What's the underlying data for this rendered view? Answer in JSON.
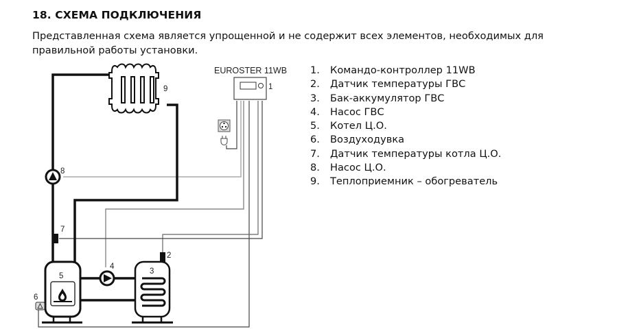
{
  "section": {
    "title": "18. СХЕМА ПОДКЛЮЧЕНИЯ",
    "intro": "Представленная схема является упрощенной и не содержит всех элементов, необходимых для правильной работы установки."
  },
  "diagram": {
    "controller_label": "EUROSTER 11WB",
    "callouts": {
      "controller": "1",
      "dhw_sensor": "2",
      "dhw_tank": "3",
      "dhw_pump": "4",
      "boiler": "5",
      "blower": "6",
      "boiler_sensor": "7",
      "ch_pump": "8",
      "radiator": "9"
    },
    "colors": {
      "pipe": "#111111",
      "wire_dark": "#555555",
      "wire_light": "#aaaaaa"
    }
  },
  "legend": {
    "items": [
      {
        "num": "1.",
        "text": "Командо-контроллер 11WB"
      },
      {
        "num": "2.",
        "text": "Датчик температуры ГВС"
      },
      {
        "num": "3.",
        "text": "Бак-аккумулятор ГВС"
      },
      {
        "num": "4.",
        "text": "Насос ГВС"
      },
      {
        "num": "5.",
        "text": "Котел Ц.О."
      },
      {
        "num": "6.",
        "text": "Воздуходувка"
      },
      {
        "num": "7.",
        "text": "Датчик температуры котла Ц.О."
      },
      {
        "num": "8.",
        "text": "Насос Ц.О."
      },
      {
        "num": "9.",
        "text": "Теплоприемник – обогреватель"
      }
    ]
  }
}
